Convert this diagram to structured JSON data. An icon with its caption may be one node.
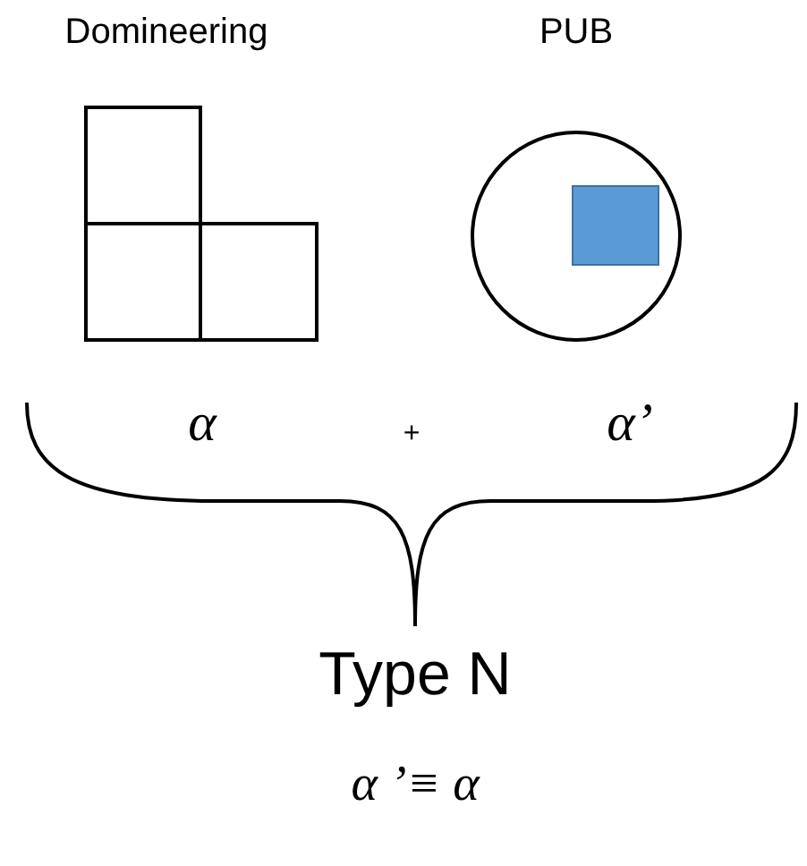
{
  "diagram": {
    "labels": [
      "Domineering",
      "PUB",
      "α",
      "+",
      "α’",
      "Type N",
      "α ’≡ α"
    ]
  }
}
